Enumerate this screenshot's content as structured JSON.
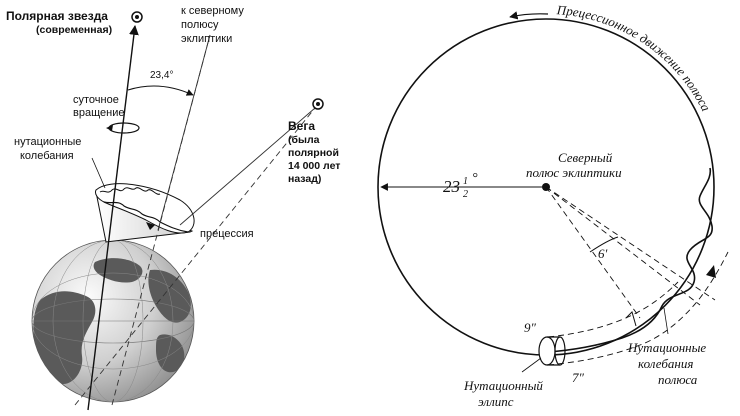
{
  "left_panel": {
    "polaris": {
      "name": "Полярная звезда",
      "note": "(современная)"
    },
    "ecliptic_pole": {
      "line1": "к северному",
      "line2": "полюсу",
      "line3": "эклиптики"
    },
    "tilt_angle": "23,4°",
    "daily_rotation": {
      "line1": "суточное",
      "line2": "вращение"
    },
    "nutation": {
      "line1": "нутационные",
      "line2": "колебания"
    },
    "vega": {
      "name": "Вега",
      "line1": "(была",
      "line2": "полярной",
      "line3": "14 000 лет",
      "line4": "назад)"
    },
    "precession": "прецессия"
  },
  "right_panel": {
    "precession_motion": "Прецессионное движение полюса",
    "ecliptic_pole": {
      "line1": "Северный",
      "line2": "полюс эклиптики"
    },
    "radius_label": {
      "whole": "23",
      "num": "1",
      "den": "2",
      "unit": "°"
    },
    "angle_label": "6′",
    "ellipse_axis_1": "9″",
    "ellipse_axis_2": "7″",
    "nutation_ellipse": {
      "line1": "Нутационный",
      "line2": "эллипс"
    },
    "nutation_oscillations": {
      "line1": "Нутационные",
      "line2": "колебания",
      "line3": "полюса"
    }
  },
  "colors": {
    "ink": "#111111",
    "globe_light": "#f2f2f2",
    "globe_dark": "#8e8e8e",
    "land": "#5a5a5a"
  }
}
